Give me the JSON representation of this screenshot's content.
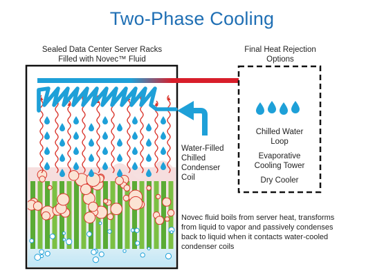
{
  "title": "Two-Phase Cooling",
  "rack": {
    "caption_line1": "Sealed Data Center Server Racks",
    "caption_line2": "Filled with Novec™ Fluid"
  },
  "heat_rejection": {
    "caption_line1": "Final Heat Rejection",
    "caption_line2": "Options",
    "options": [
      {
        "line1": "Chilled Water",
        "line2": "Loop"
      },
      {
        "line1": "Evaporative",
        "line2": "Cooling Tower"
      },
      {
        "line1": "Dry Cooler",
        "line2": ""
      }
    ]
  },
  "condenser": {
    "line1": "Water-Filled",
    "line2": "Chilled",
    "line3": "Condenser",
    "line4": "Coil"
  },
  "description": {
    "line1": "Novec fluid boils from server heat, transforms",
    "line2": "from liquid to vapor and passively condenses",
    "line3": "back to liquid when it contacts water-cooled",
    "line4": "condenser coils"
  },
  "colors": {
    "title": "#1f6fb4",
    "coil": "#1ea0d8",
    "arrow_red": "#d81e2a",
    "droplet": "#1ea0d8",
    "vapor": "#d9342b",
    "liquid_top": "#f6dede",
    "liquid_blue": "#bfe6f6",
    "server_green": "#7cc043",
    "server_dark": "#4e9a2b",
    "bubble": "#f5d7c2"
  }
}
